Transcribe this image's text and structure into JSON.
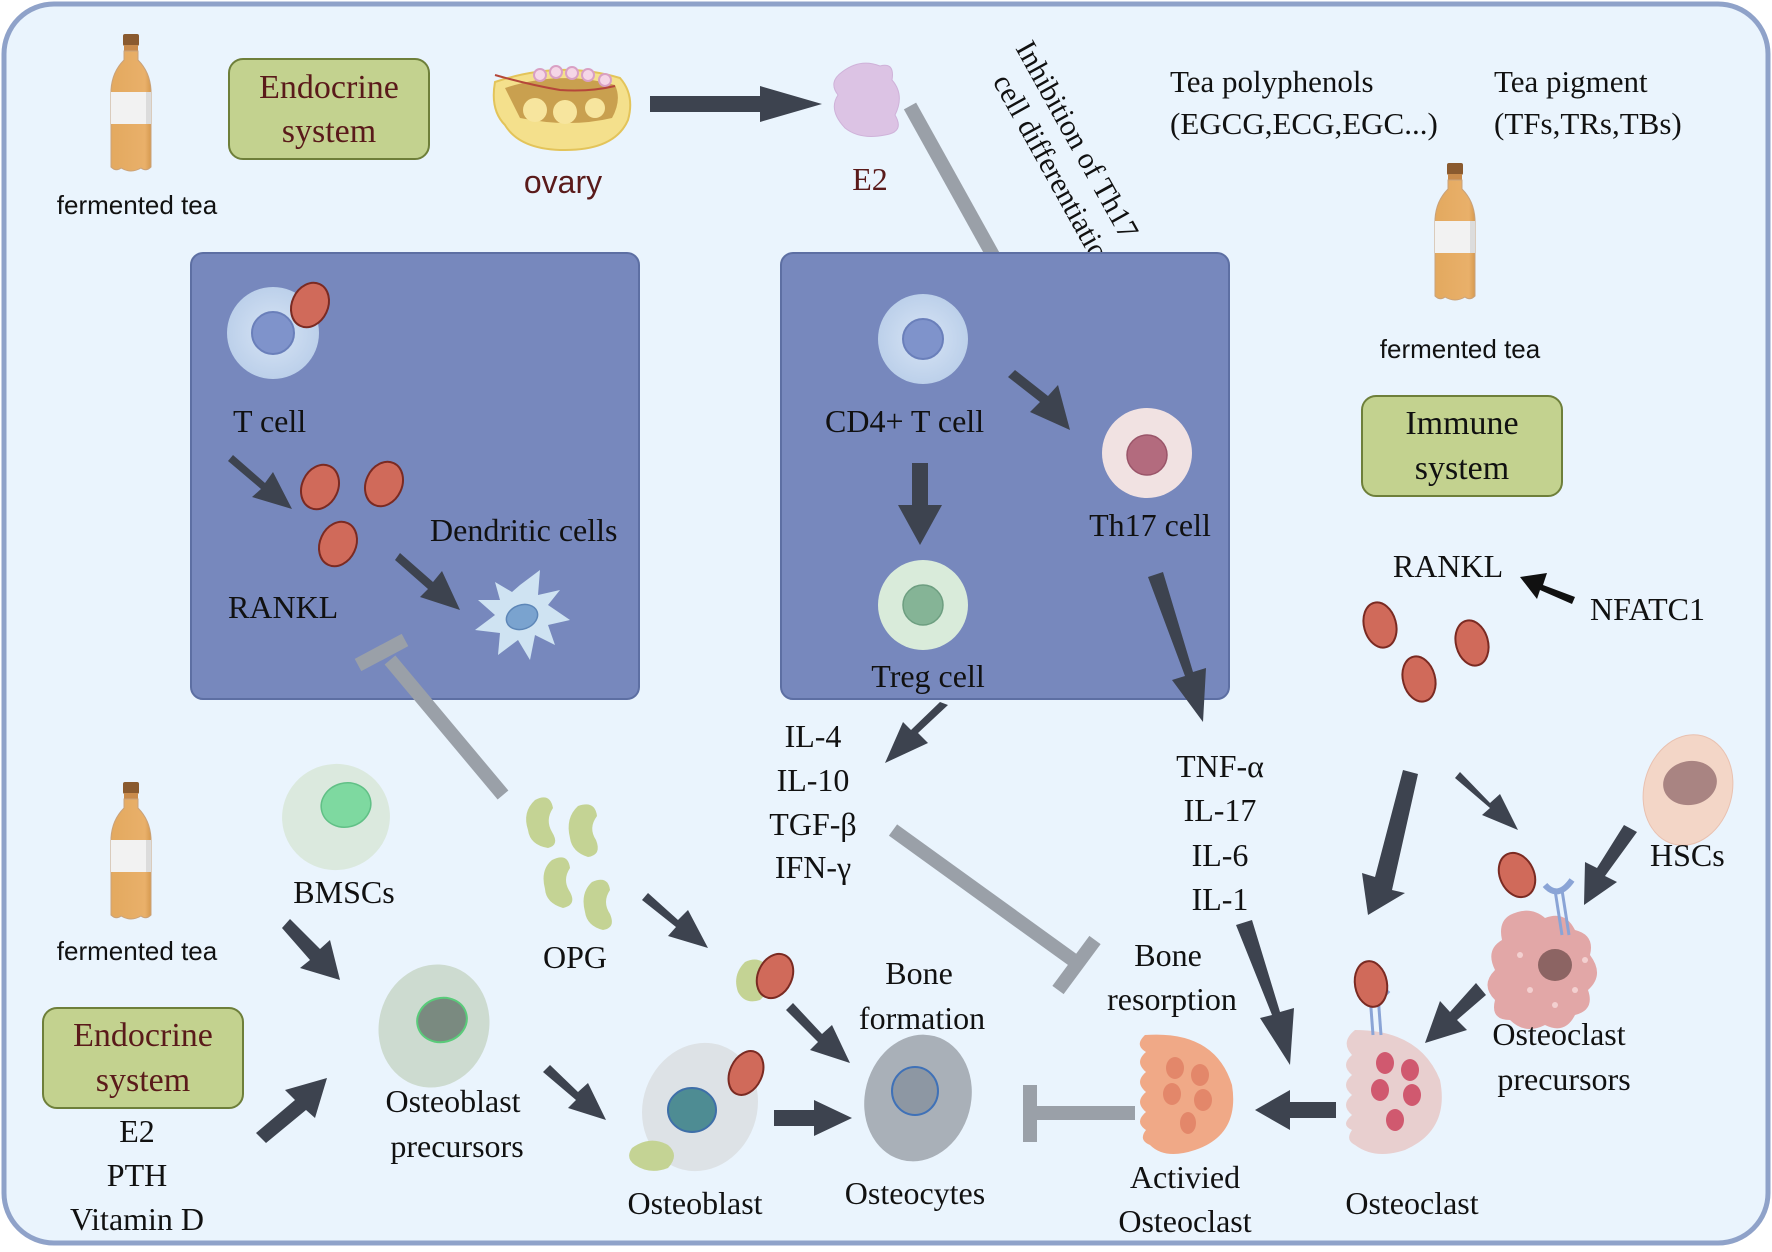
{
  "colors": {
    "background": "#eaf4fd",
    "frame": "#8fa2c9",
    "panel": "#7788bd",
    "panel_border": "#5d6fa3",
    "system_box": "#c3d28f",
    "system_box_border": "#6e7f3a",
    "arrow": "#3d434f",
    "inhibit": "#9aa0a8",
    "rankl": "#d06a5a",
    "rankl_border": "#7a2a22",
    "bottle": "#e8ad62",
    "bottle_cap": "#8a5a2f",
    "bottle_label": "#f1f1f1",
    "label_dark": "#111111",
    "label_maroon": "#5a1a1a"
  },
  "labels": {
    "fermented_tea": "fermented tea",
    "endocrine_system_top": [
      "Endocrine",
      "system"
    ],
    "ovary": "ovary",
    "e2_top": "E2",
    "inhibition_th17": [
      "Inhibition of Th17",
      "cell differentiation"
    ],
    "tea_polyphenols": [
      "Tea polyphenols",
      "(EGCG,ECG,EGC...)"
    ],
    "tea_pigment": [
      "Tea pigment",
      "(TFs,TRs,TBs)"
    ],
    "immune_system": [
      "Immune",
      "system"
    ],
    "t_cell": "T cell",
    "rankl_left": "RANKL",
    "dendritic_cells": "Dendritic cells",
    "cd4_t_cell": "CD4+ T cell",
    "th17_cell": "Th17 cell",
    "treg_cell": "Treg cell",
    "rankl_right": "RANKL",
    "nfatc1": "NFATC1",
    "anti_inflammatory": [
      "IL-4",
      "IL-10",
      "TGF-β",
      "IFN-γ"
    ],
    "pro_inflammatory": [
      "TNF-α",
      "IL-17",
      "IL-6",
      "IL-1"
    ],
    "hscs": "HSCs",
    "bmscs": "BMSCs",
    "opg": "OPG",
    "bone_formation": [
      "Bone",
      "formation"
    ],
    "bone_resorption": [
      "Bone",
      "resorption"
    ],
    "endocrine_system_bottom": [
      "Endocrine",
      "system"
    ],
    "endocrine_factors": [
      "E2",
      "PTH",
      "Vitamin D"
    ],
    "osteoblast_precursors": [
      "Osteoblast",
      "precursors"
    ],
    "osteoblast": "Osteoblast",
    "osteocytes": "Osteocytes",
    "actived_osteoclast": [
      "Activied",
      "Osteoclast"
    ],
    "osteoclast": "Osteoclast",
    "osteoclast_precursors": [
      "Osteoclast",
      "precursors"
    ]
  },
  "icons": {
    "bottle": "fermented-tea-bottle-icon",
    "ovary": "ovary-icon",
    "e2": "estrogen-molecule-icon",
    "t_cell": "t-cell-icon",
    "rankl": "rankl-ligand-icon",
    "dendritic": "dendritic-cell-icon",
    "opg": "opg-protein-icon",
    "osteoclast": "osteoclast-icon"
  }
}
